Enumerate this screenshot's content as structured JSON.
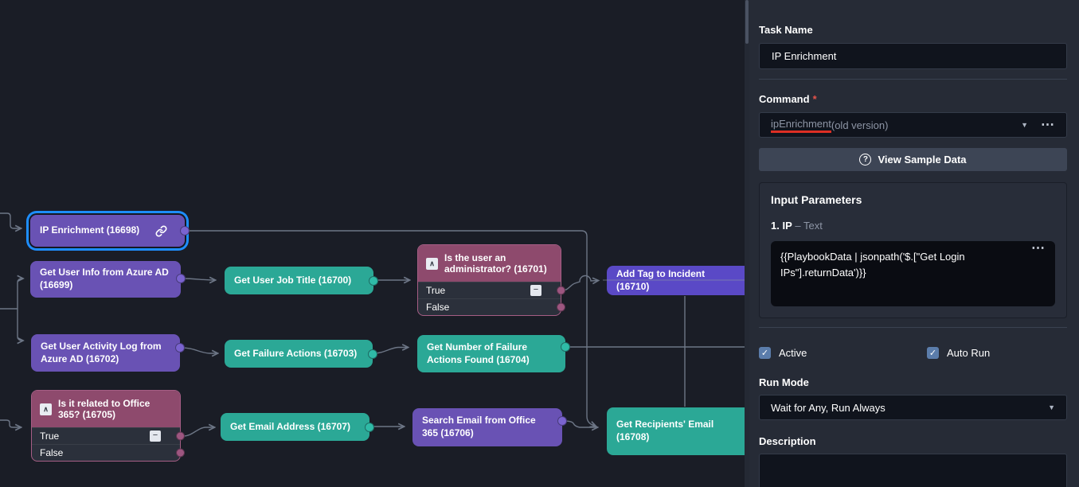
{
  "canvas": {
    "nodes": [
      {
        "id": "16698",
        "label": "IP Enrichment (16698)"
      },
      {
        "id": "16699",
        "label": "Get User Info from Azure AD (16699)"
      },
      {
        "id": "16700",
        "label": "Get User Job Title (16700)"
      },
      {
        "id": "16701",
        "label": "Is the user an administrator? (16701)",
        "branches": [
          "True",
          "False"
        ]
      },
      {
        "id": "16710",
        "label": "Add Tag to Incident (16710)"
      },
      {
        "id": "16702",
        "label": "Get User Activity Log from Azure AD (16702)"
      },
      {
        "id": "16703",
        "label": "Get Failure Actions (16703)"
      },
      {
        "id": "16704",
        "label": "Get Number of Failure Actions Found (16704)"
      },
      {
        "id": "16705",
        "label": "Is it related to Office 365? (16705)",
        "branches": [
          "True",
          "False"
        ]
      },
      {
        "id": "16707",
        "label": "Get Email Address (16707)"
      },
      {
        "id": "16706",
        "label": "Search Email from Office 365 (16706)"
      },
      {
        "id": "16708",
        "label": "Get Recipients' Email (16708)"
      }
    ]
  },
  "panel": {
    "task_name_label": "Task Name",
    "task_name_value": "IP Enrichment",
    "command_label": "Command",
    "required_marker": "*",
    "command_value_main": "ipEnrichment",
    "command_value_suffix": " (old version)",
    "view_sample_data_label": "View Sample Data",
    "input_parameters_title": "Input Parameters",
    "param_index": "1.",
    "param_name": "IP",
    "param_sep": "–",
    "param_type": "Text",
    "param_value": "{{PlaybookData | jsonpath('$.[\"Get Login IPs\"].returnData')}}",
    "active_label": "Active",
    "auto_run_label": "Auto Run",
    "run_mode_label": "Run Mode",
    "run_mode_value": "Wait for Any, Run Always",
    "description_label": "Description"
  },
  "icons": {
    "condition_caret": "∧",
    "minus": "−",
    "check": "✓",
    "dropdown_caret": "▼",
    "ellipsis": "⋯",
    "question": "?"
  },
  "colors": {
    "canvas_bg": "#1a1d26",
    "panel_bg": "#262b36",
    "node_purple": "#6952b4",
    "node_purple_bright": "#5a49c6",
    "node_teal": "#2ba896",
    "condition_plum": "#8e4a6d",
    "selection_blue": "#1e8eff",
    "edge_gray": "#6d7686",
    "required_red": "#e5534b",
    "spellcheck_red": "#dd2f24",
    "checkbox_blue": "#5b7dab"
  }
}
